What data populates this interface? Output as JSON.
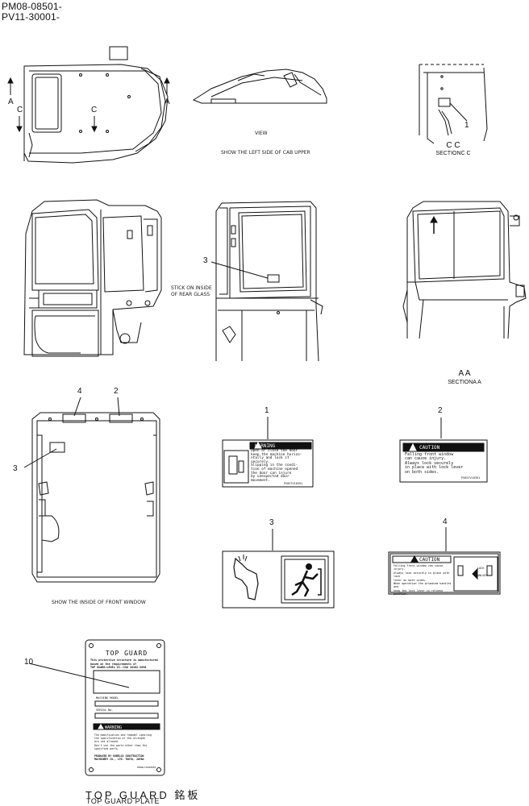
{
  "header": {
    "line1": "PM08-08501-",
    "line2": "PV11-30001-"
  },
  "views": {
    "view_caption_small": "VIEW",
    "left_side_caption": "SHOW THE LEFT SIDE OF CAB UPPER",
    "section_cc_title": "C C",
    "section_cc_sub": "SECTIONC C",
    "stick_on_note_line1": "STICK ON INSIDE",
    "stick_on_note_line2": "OF REAR GLASS",
    "section_aa_title": "A A",
    "section_aa_sub": "SECTIONA A",
    "front_window_caption": "SHOW THE INSIDE OF FRONT WINDOW"
  },
  "markers": {
    "a_left": "A",
    "a_right": "A",
    "c_left": "C",
    "c_mid": "C"
  },
  "callouts": {
    "cc_1": "1",
    "rear_3": "3",
    "fw_4": "4",
    "fw_2": "2",
    "fw_3": "3",
    "decal_1": "1",
    "decal_2": "2",
    "decal_3": "3",
    "decal_4": "4",
    "plate_10": "10"
  },
  "decals": {
    "warning_header": "WARNING",
    "warning_text": [
      "Open or close the door",
      "keep the machine horizo-",
      "ntally and lock it",
      "securely.",
      "Slipping in the condi-",
      "tion of machine opened",
      "the door can injure",
      "by unexpected door",
      "movement."
    ],
    "warning_code": "PV8S7V18391",
    "caution2_header": "CAUTION",
    "caution2_text": [
      "Falling front window",
      "can cause injury.",
      "Always lock securely",
      "in place with lock lever",
      "on both sides."
    ],
    "caution2_code": "PV8S7V18391",
    "caution4_header": "CAUTION",
    "caution4_text": [
      "Falling front window can cause injury.",
      "Always lock securely in place with lock",
      "lever on both sides.",
      "When operation the primacom handles and",
      "keep the lock lever in release position."
    ],
    "caution4_lock": "LOCK",
    "caution4_release": "UNLOCK"
  },
  "plate": {
    "heading": "TOP GUARD",
    "text_block": [
      "This protective structure is manufactured",
      "based on the requirements of",
      "TOP GUARD:LEVEL II.:ISO 10262:1998"
    ],
    "model_label": "MACHINE MODEL",
    "serial_label": "SERIAL No.",
    "warning_header": "WARNING",
    "warning_text": [
      "The modification and remodel ignoring",
      "the specification of the strength",
      "are not allowed.",
      "Don't use the parts other than the",
      "specified parts."
    ],
    "maker": [
      "PRODUCED BY KOBELCO CONSTRUCTION",
      "MACHINERY CO., LTD.  TOKYO, JAPAN"
    ],
    "code": "PMS8LT0100001"
  },
  "plate_caption": {
    "title": "TOP  GUARD  銘板",
    "subtitle": "TOP GUARD PLATE"
  }
}
